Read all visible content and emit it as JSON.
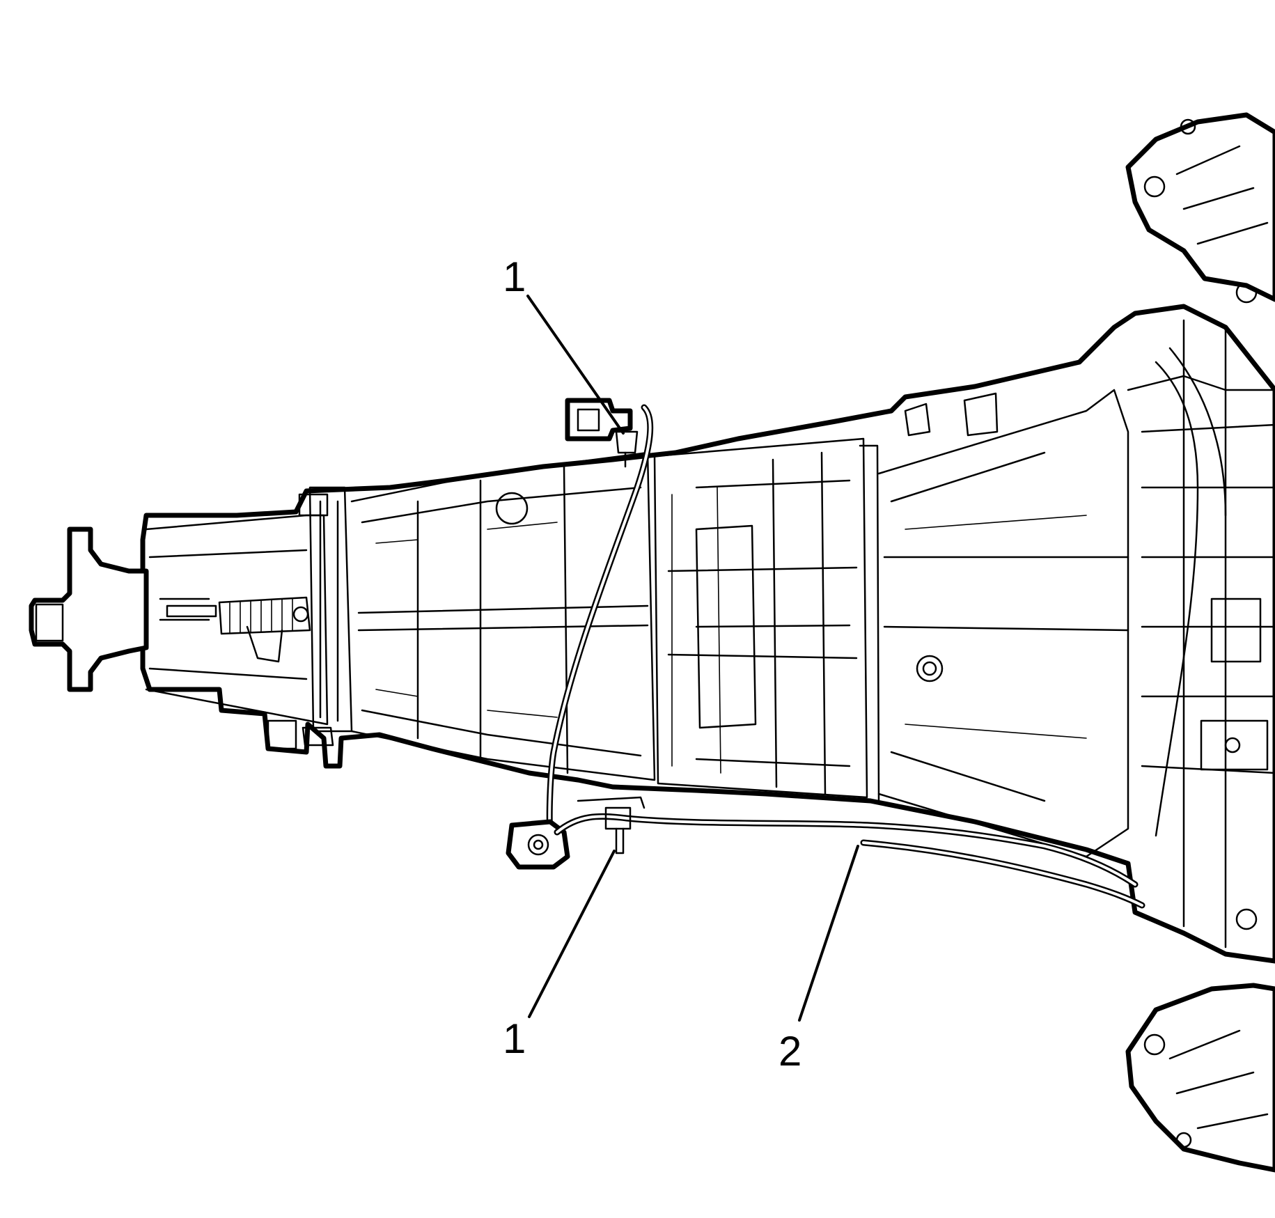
{
  "callouts": [
    {
      "id": "callout-1-upper",
      "label": "1"
    },
    {
      "id": "callout-1-lower",
      "label": "1"
    },
    {
      "id": "callout-2",
      "label": "2"
    }
  ],
  "colors": {
    "line": "#000000",
    "background": "#ffffff"
  }
}
